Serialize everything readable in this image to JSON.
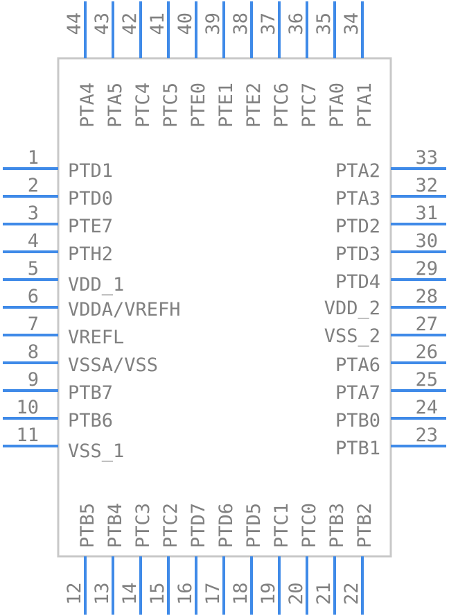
{
  "colors": {
    "pin": "#3f8ae8",
    "body_outline": "#c8c8c8",
    "text": "#808080"
  },
  "pins": {
    "left": [
      {
        "num": "1",
        "name": "PTD1"
      },
      {
        "num": "2",
        "name": "PTD0"
      },
      {
        "num": "3",
        "name": "PTE7"
      },
      {
        "num": "4",
        "name": "PTH2"
      },
      {
        "num": "5",
        "name": "VDD_1"
      },
      {
        "num": "6",
        "name": "VDDA/VREFH"
      },
      {
        "num": "7",
        "name": "VREFL"
      },
      {
        "num": "8",
        "name": "VSSA/VSS"
      },
      {
        "num": "9",
        "name": "PTB7"
      },
      {
        "num": "10",
        "name": "PTB6"
      },
      {
        "num": "11",
        "name": "VSS_1"
      }
    ],
    "bottom": [
      {
        "num": "12",
        "name": "PTB5"
      },
      {
        "num": "13",
        "name": "PTB4"
      },
      {
        "num": "14",
        "name": "PTC3"
      },
      {
        "num": "15",
        "name": "PTC2"
      },
      {
        "num": "16",
        "name": "PTD7"
      },
      {
        "num": "17",
        "name": "PTD6"
      },
      {
        "num": "18",
        "name": "PTD5"
      },
      {
        "num": "19",
        "name": "PTC1"
      },
      {
        "num": "20",
        "name": "PTC0"
      },
      {
        "num": "21",
        "name": "PTB3"
      },
      {
        "num": "22",
        "name": "PTB2"
      }
    ],
    "right": [
      {
        "num": "23",
        "name": "PTB1"
      },
      {
        "num": "24",
        "name": "PTB0"
      },
      {
        "num": "25",
        "name": "PTA7"
      },
      {
        "num": "26",
        "name": "PTA6"
      },
      {
        "num": "27",
        "name": "VSS_2"
      },
      {
        "num": "28",
        "name": "VDD_2"
      },
      {
        "num": "29",
        "name": "PTD4"
      },
      {
        "num": "30",
        "name": "PTD3"
      },
      {
        "num": "31",
        "name": "PTD2"
      },
      {
        "num": "32",
        "name": "PTA3"
      },
      {
        "num": "33",
        "name": "PTA2"
      }
    ],
    "top": [
      {
        "num": "34",
        "name": "PTA1"
      },
      {
        "num": "35",
        "name": "PTA0"
      },
      {
        "num": "36",
        "name": "PTC7"
      },
      {
        "num": "37",
        "name": "PTC6"
      },
      {
        "num": "38",
        "name": "PTE2"
      },
      {
        "num": "39",
        "name": "PTE1"
      },
      {
        "num": "40",
        "name": "PTE0"
      },
      {
        "num": "41",
        "name": "PTC5"
      },
      {
        "num": "42",
        "name": "PTC4"
      },
      {
        "num": "43",
        "name": "PTA5"
      },
      {
        "num": "44",
        "name": "PTA4"
      }
    ]
  }
}
